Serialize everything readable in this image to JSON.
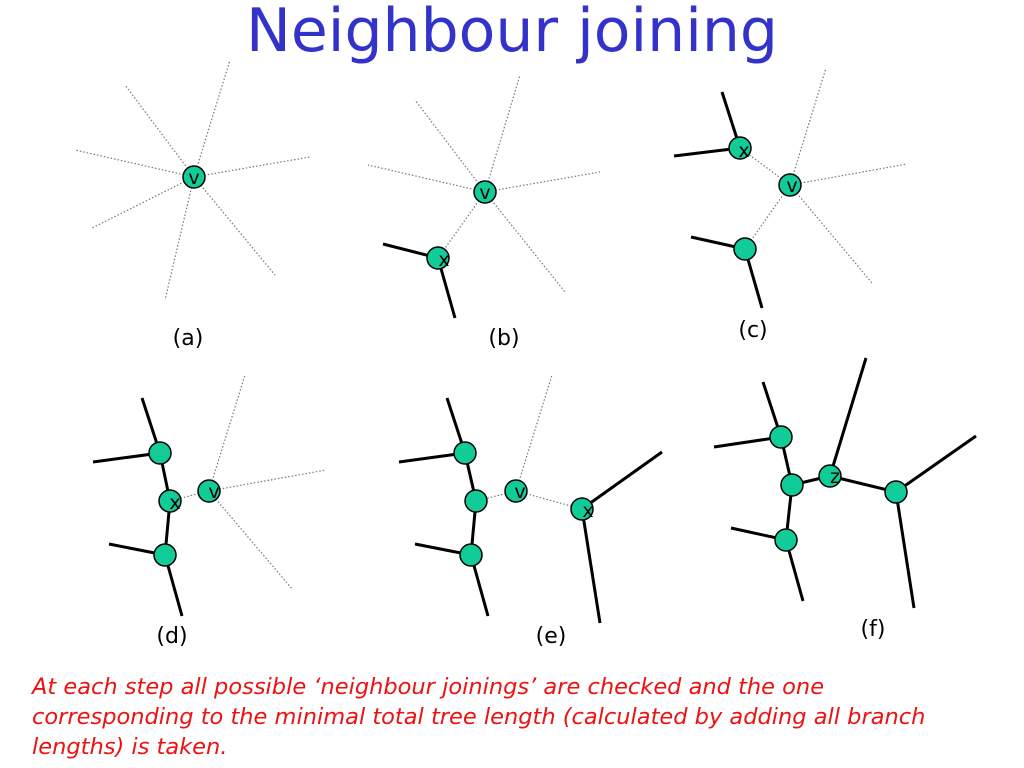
{
  "title": "Neighbour joining",
  "panels": [
    {
      "label": "(a)"
    },
    {
      "label": "(b)"
    },
    {
      "label": "(c)"
    },
    {
      "label": "(d)"
    },
    {
      "label": "(e)"
    },
    {
      "label": "(f)"
    }
  ],
  "node_letters": {
    "v": "v",
    "x": "x",
    "z": "z"
  },
  "caption": "At each step all possible ‘neighbour joinings’ are checked and the one corresponding to the minimal total tree length (calculated by adding all branch lengths) is taken.",
  "colors": {
    "title": "#3333cc",
    "node_fill": "#11cc99",
    "caption": "#ee1111"
  }
}
